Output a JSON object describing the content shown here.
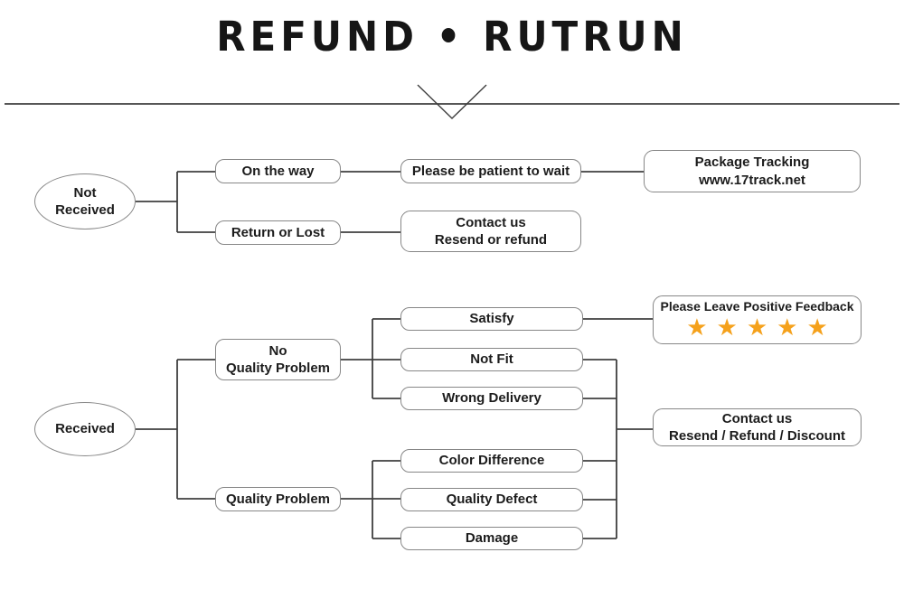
{
  "title": "REFUND • RUTRUN",
  "colors": {
    "connector_line": "#3f3f3f",
    "box_border": "#878787",
    "star_orange": "#f5a11b",
    "text": "#1c1c1c"
  },
  "not_received_flow": {
    "source_line1": "Not",
    "source_line2": "Received",
    "on_the_way": "On the way",
    "return_or_lost": "Return or Lost",
    "be_patient": "Please be patient to wait",
    "package_tracking_line1": "Package Tracking",
    "package_tracking_line2": "www.17track.net",
    "contact_line1": "Contact us",
    "contact_line2": "Resend or refund"
  },
  "received_flow": {
    "source": "Received",
    "no_quality_problem_line1": "No",
    "no_quality_problem_line2": "Quality Problem",
    "quality_problem": "Quality Problem",
    "satisfy": "Satisfy",
    "not_fit": "Not Fit",
    "wrong_delivery": "Wrong Delivery",
    "color_difference": "Color Difference",
    "quality_defect": "Quality Defect",
    "damage": "Damage",
    "feedback_label": "Please Leave Positive Feedback",
    "feedback_stars": "★★★★★",
    "contact_line1": "Contact us",
    "contact_line2": "Resend / Refund / Discount"
  }
}
